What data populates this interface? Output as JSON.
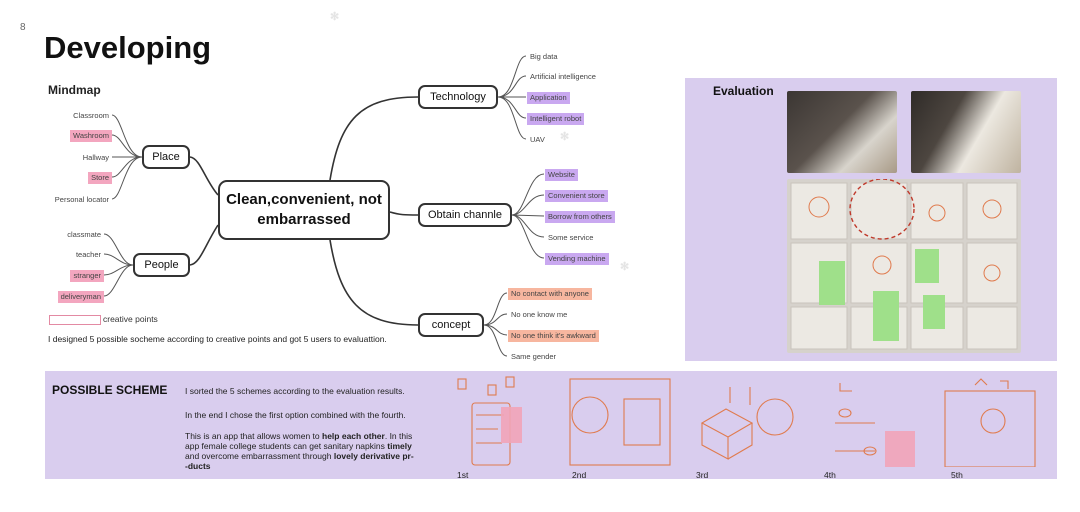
{
  "page": {
    "number": "8",
    "title": "Developing"
  },
  "mindmap": {
    "title": "Mindmap",
    "center": "Clean,convenient, not embarrassed",
    "branches": [
      {
        "label": "Place",
        "items": [
          "Classroom",
          "Washroom",
          "Hallway",
          "Store",
          "Personal locator"
        ]
      },
      {
        "label": "People",
        "items": [
          "classmate",
          "teacher",
          "stranger",
          "deliveryman"
        ]
      },
      {
        "label": "Technology",
        "items": [
          "Big data",
          "Artificial intelligence",
          "Application",
          "Intelligent robot",
          "UAV"
        ]
      },
      {
        "label": "Obtain channle",
        "items": [
          "Website",
          "Convenient store",
          "Borrow from others",
          "Some service",
          "Vending machine"
        ]
      },
      {
        "label": "concept",
        "items": [
          "No contact with anyone",
          "No one know me",
          "No one think it's awkward",
          "Same gender"
        ]
      }
    ],
    "legend": "creative points",
    "note": "I designed 5 possible socheme according to creative points and got 5 users to evaluattion.",
    "colors": {
      "pink": "#f3a6bf",
      "purple": "#c9a8f0",
      "salmon": "#f7b69f"
    }
  },
  "evaluation": {
    "title": "Evaluation"
  },
  "scheme": {
    "title": "POSSIBLE SCHEME",
    "line1": "I sorted the 5 schemes according to the evaluation results.",
    "line2": "In the end I chose the first option combined with the fourth.",
    "line3_a": "This is an app that allows women to ",
    "line3_b": "help each other",
    "line3_c": ". In this",
    "line4_a": "app female college students can get sanitary napkins ",
    "line4_b": "timely",
    "line5_a": "and overcome embarrassment through ",
    "line5_b": "lovely derivative pr-",
    "line6": "-ducts",
    "ranks": [
      "1st",
      "2nd",
      "3rd",
      "4th",
      "5th"
    ]
  },
  "accent": {
    "panel": "#d9cdee",
    "sketch": "#e07b4e"
  }
}
